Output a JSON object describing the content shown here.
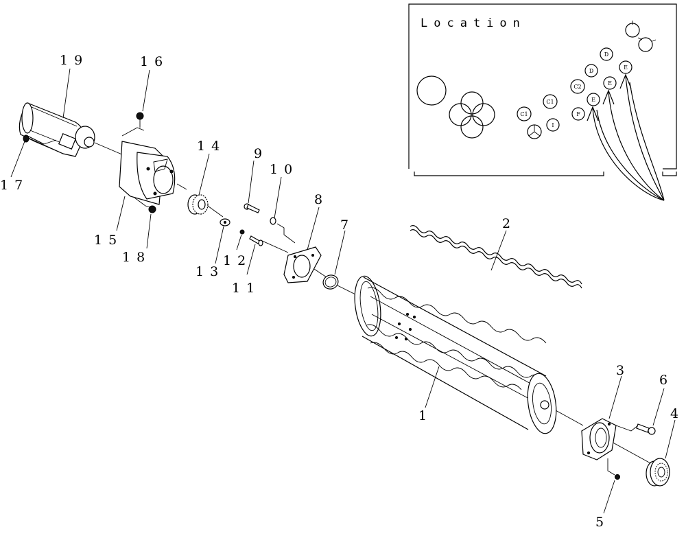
{
  "inset": {
    "title": "Location",
    "bubbles": [
      {
        "id": "loc-c1-left",
        "label": "C1"
      },
      {
        "id": "loc-c1-right",
        "label": "C1"
      },
      {
        "id": "loc-i",
        "label": "I"
      },
      {
        "id": "loc-f",
        "label": "F"
      },
      {
        "id": "loc-c2",
        "label": "C2"
      },
      {
        "id": "loc-e-1",
        "label": "E"
      },
      {
        "id": "loc-d-1",
        "label": "D"
      },
      {
        "id": "loc-e-2",
        "label": "E"
      },
      {
        "id": "loc-d-2",
        "label": "D"
      },
      {
        "id": "loc-e-3",
        "label": "E"
      }
    ]
  },
  "callouts": {
    "c1": "1",
    "c2": "2",
    "c3": "3",
    "c4": "4",
    "c5": "5",
    "c6": "6",
    "c7": "7",
    "c8": "8",
    "c9": "9",
    "c10": "10",
    "c11": "11",
    "c12": "12",
    "c13": "13",
    "c14": "14",
    "c15": "15",
    "c16": "16",
    "c17": "17",
    "c18": "18",
    "c19": "19"
  }
}
